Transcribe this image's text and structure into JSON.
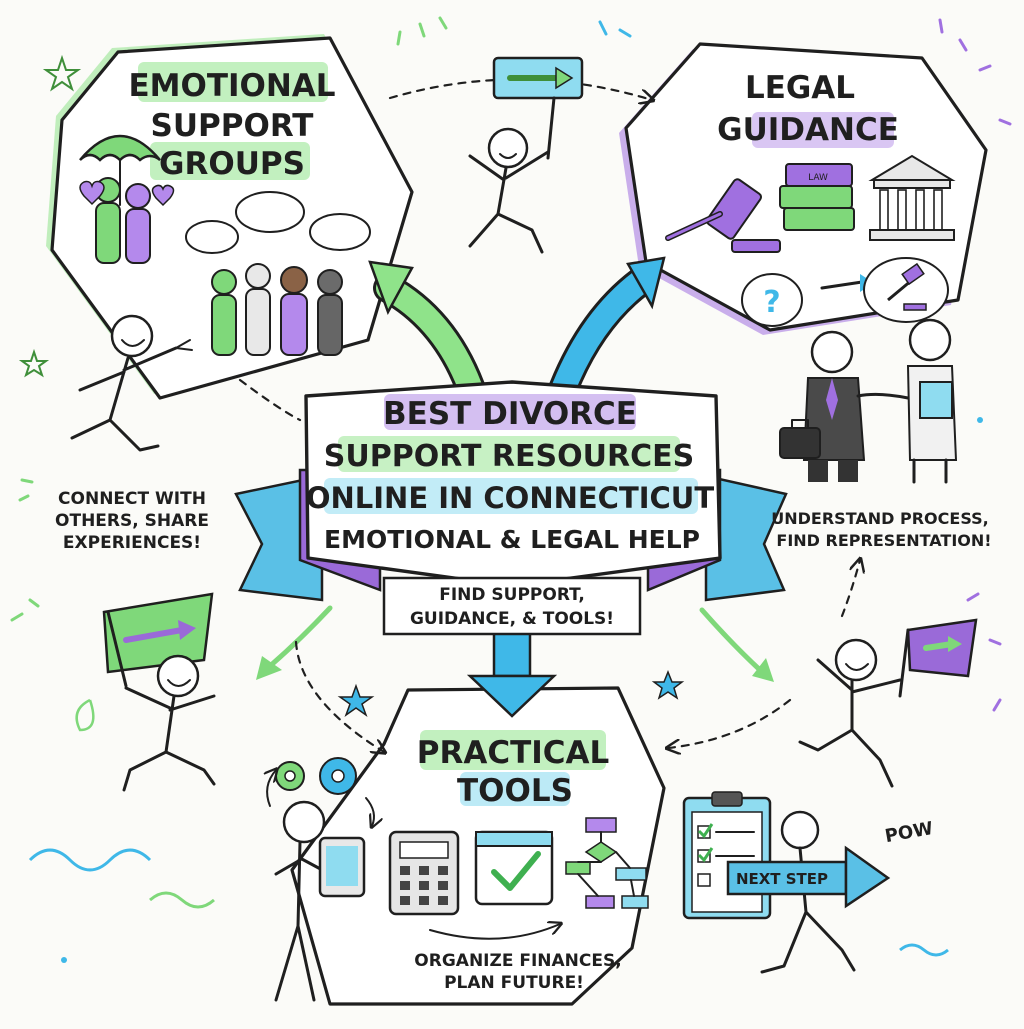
{
  "center": {
    "title_line1": "BEST DIVORCE",
    "title_line2": "SUPPORT RESOURCES",
    "title_line3": "ONLINE IN CONNECTICUT",
    "subtitle": "EMOTIONAL & LEGAL HELP",
    "tagline_line1": "FIND SUPPORT,",
    "tagline_line2": "GUIDANCE, & TOOLS!"
  },
  "sections": {
    "emotional": {
      "title_line1": "EMOTIONAL",
      "title_line2": "SUPPORT",
      "title_line3": "GROUPS",
      "caption_line1": "CONNECT WITH",
      "caption_line2": "OTHERS, SHARE",
      "caption_line3": "EXPERIENCES!"
    },
    "legal": {
      "title_line1": "LEGAL",
      "title_line2": "GUIDANCE",
      "book_label": "LAW",
      "caption_line1": "UNDERSTAND PROCESS,",
      "caption_line2": "FIND REPRESENTATION!"
    },
    "practical": {
      "title_line1": "PRACTICAL",
      "title_line2": "TOOLS",
      "caption_line1": "ORGANIZE FINANCES,",
      "caption_line2": "PLAN FUTURE!"
    }
  },
  "extras": {
    "next_step_label": "NEXT STEP",
    "pow_label": "POW",
    "question_mark": "?"
  },
  "colors": {
    "green": "#7fe07a",
    "green_dark": "#3f8f3a",
    "purple": "#a070e0",
    "purple_dark": "#6d3fbf",
    "blue": "#3fb8e8",
    "blue_light": "#8fdcf0",
    "ink": "#1f1f1f",
    "paper": "#ffffff"
  },
  "icons": [
    "umbrella-icon",
    "heart-icon",
    "speech-bubble-icon",
    "gavel-icon",
    "law-books-icon",
    "courthouse-icon",
    "briefcase-icon",
    "calculator-icon",
    "calendar-check-icon",
    "flowchart-icon",
    "gear-icon",
    "tablet-icon",
    "clipboard-checklist-icon",
    "flag-icon",
    "star-icon"
  ]
}
